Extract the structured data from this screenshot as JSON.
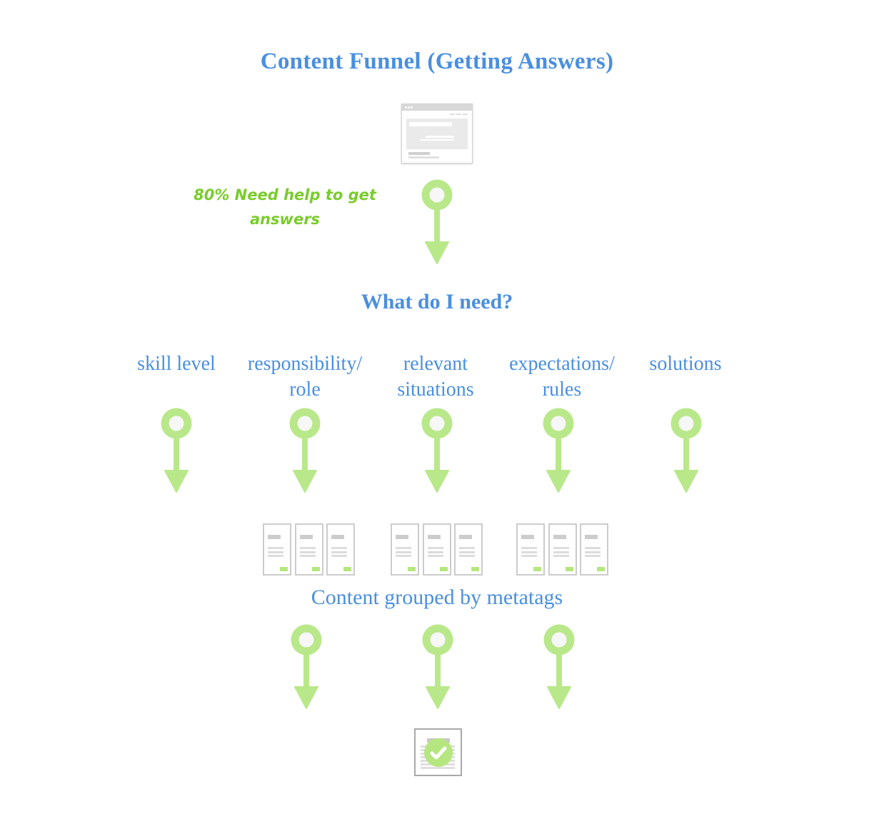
{
  "diagram": {
    "title": "Content Funnel (Getting Answers)",
    "entry_icon": "browser-window-icon",
    "stat_callout": "80% Need help to get answers",
    "question_heading": "What do I need?",
    "needs": [
      {
        "label": "skill level"
      },
      {
        "label": "responsibility/ role"
      },
      {
        "label": "relevant situations"
      },
      {
        "label": "expectations/ rules"
      },
      {
        "label": "solutions"
      }
    ],
    "content_groups_label": "Content grouped by metatags",
    "content_groups": [
      {
        "cards": 3,
        "icon": "content-card-icon"
      },
      {
        "cards": 3,
        "icon": "content-card-icon"
      },
      {
        "cards": 3,
        "icon": "content-card-icon"
      }
    ],
    "result_icon": "verified-document-icon",
    "colors": {
      "heading": "#4a8fe0",
      "accent_text": "#79cc2c",
      "arrow": "#b9e88a",
      "arrow_core": "#f7f7f7",
      "card_border": "#cccccc"
    }
  }
}
